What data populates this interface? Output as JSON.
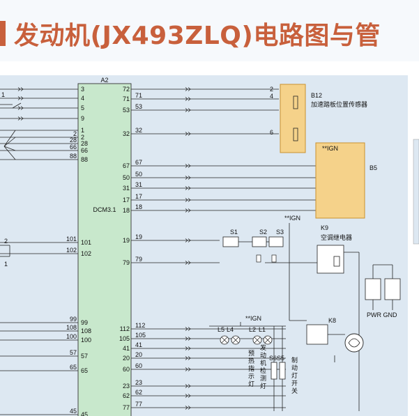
{
  "title": "发动机(JX493ZLQ)电路图与管",
  "module": {
    "name": "A2",
    "sub": "DCM3.1"
  },
  "left_pins": [
    {
      "pin": "3",
      "wire": ""
    },
    {
      "pin": "4",
      "wire": ""
    },
    {
      "pin": "5",
      "wire": ""
    },
    {
      "pin": "9",
      "wire": ""
    },
    {
      "pin": "1",
      "wire": ""
    },
    {
      "pin": "2",
      "wire": "2"
    },
    {
      "pin": "28",
      "wire": "28"
    },
    {
      "pin": "66",
      "wire": "66"
    },
    {
      "pin": "88",
      "wire": "88"
    },
    {
      "pin": "101",
      "wire": "101"
    },
    {
      "pin": "102",
      "wire": "102"
    },
    {
      "pin": "99",
      "wire": "99"
    },
    {
      "pin": "108",
      "wire": "108"
    },
    {
      "pin": "100",
      "wire": "100"
    },
    {
      "pin": "57",
      "wire": "57"
    },
    {
      "pin": "65",
      "wire": "65"
    },
    {
      "pin": "45",
      "wire": "45"
    }
  ],
  "right_pins": [
    {
      "pin": "72",
      "wire": ""
    },
    {
      "pin": "71",
      "wire": "71"
    },
    {
      "pin": "53",
      "wire": "53"
    },
    {
      "pin": "32",
      "wire": "32"
    },
    {
      "pin": "67",
      "wire": "67"
    },
    {
      "pin": "50",
      "wire": "50"
    },
    {
      "pin": "31",
      "wire": "31"
    },
    {
      "pin": "17",
      "wire": "17"
    },
    {
      "pin": "18",
      "wire": "18"
    },
    {
      "pin": "19",
      "wire": "19"
    },
    {
      "pin": "79",
      "wire": "79"
    },
    {
      "pin": "112",
      "wire": "112"
    },
    {
      "pin": "105",
      "wire": "105"
    },
    {
      "pin": "41",
      "wire": "41"
    },
    {
      "pin": "20",
      "wire": "20"
    },
    {
      "pin": "60",
      "wire": "60"
    },
    {
      "pin": "23",
      "wire": "23"
    },
    {
      "pin": "62",
      "wire": "62"
    },
    {
      "pin": "77",
      "wire": "77"
    }
  ],
  "far_left_labels": {
    "a": "1",
    "b": "2",
    "c": "1"
  },
  "b12": {
    "id": "B12",
    "name": "加速踏板位置传感器",
    "pins": [
      "2",
      "4",
      "",
      "6"
    ]
  },
  "b5": {
    "id": "B5",
    "ign": "**IGN"
  },
  "ign2": "**IGN",
  "ign3": "**IGN",
  "k9": {
    "id": "K9",
    "name": "空调继电器"
  },
  "k8": {
    "id": "K8"
  },
  "switches": {
    "s1": "S1",
    "s2": "S2",
    "s3": "S3",
    "s5": "S5",
    "s6": "S6"
  },
  "lamps": {
    "l5": "L5",
    "l4": "L4",
    "l2": "L2",
    "l1": "L1"
  },
  "vlabels": {
    "preheat": "预热指示灯",
    "engine_check": "发动机检测灯",
    "brake": "制动灯开关"
  },
  "pwr_gnd": "PWR GND"
}
